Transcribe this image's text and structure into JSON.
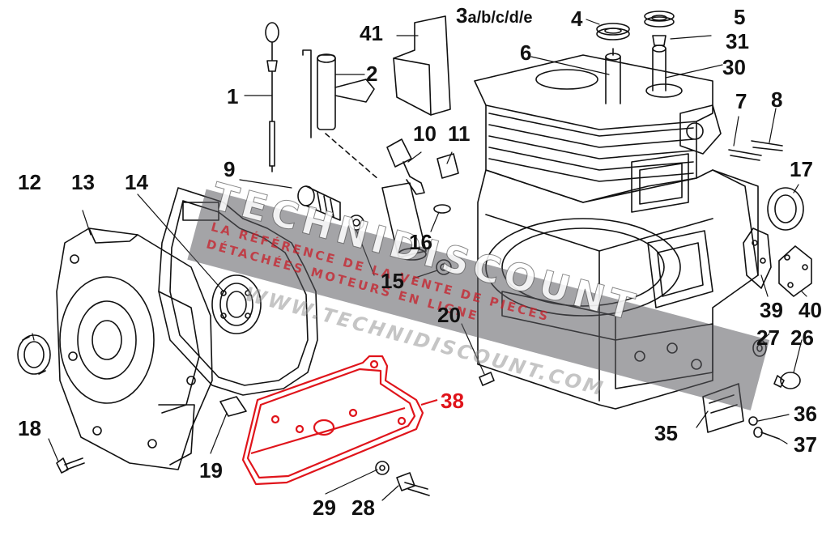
{
  "callouts": {
    "c1": "1",
    "c2": "2",
    "c3": "3",
    "c3_suffix": "a/b/c/d/e",
    "c4": "4",
    "c5": "5",
    "c6": "6",
    "c7": "7",
    "c8": "8",
    "c9": "9",
    "c10": "10",
    "c11": "11",
    "c12": "12",
    "c13": "13",
    "c14": "14",
    "c15": "15",
    "c16": "16",
    "c17": "17",
    "c18": "18",
    "c19": "19",
    "c20": "20",
    "c26": "26",
    "c27": "27",
    "c28": "28",
    "c29": "29",
    "c30": "30",
    "c31": "31",
    "c35": "35",
    "c36": "36",
    "c37": "37",
    "c38": "38",
    "c39": "39",
    "c40": "40",
    "c41": "41"
  },
  "watermark": {
    "brand": "TECHNIDISCOUNT",
    "tagline_1": "LA RÉFÉRENCE DE LA VENTE DE PIÈCES",
    "tagline_2": "DÉTACHÉES MOTEURS EN LIGNE",
    "url": "WWW.TECHNIDISCOUNT.COM"
  },
  "colors": {
    "ink": "#111111",
    "highlight": "#e0141b",
    "watermark_band": "#5a5a5f"
  }
}
